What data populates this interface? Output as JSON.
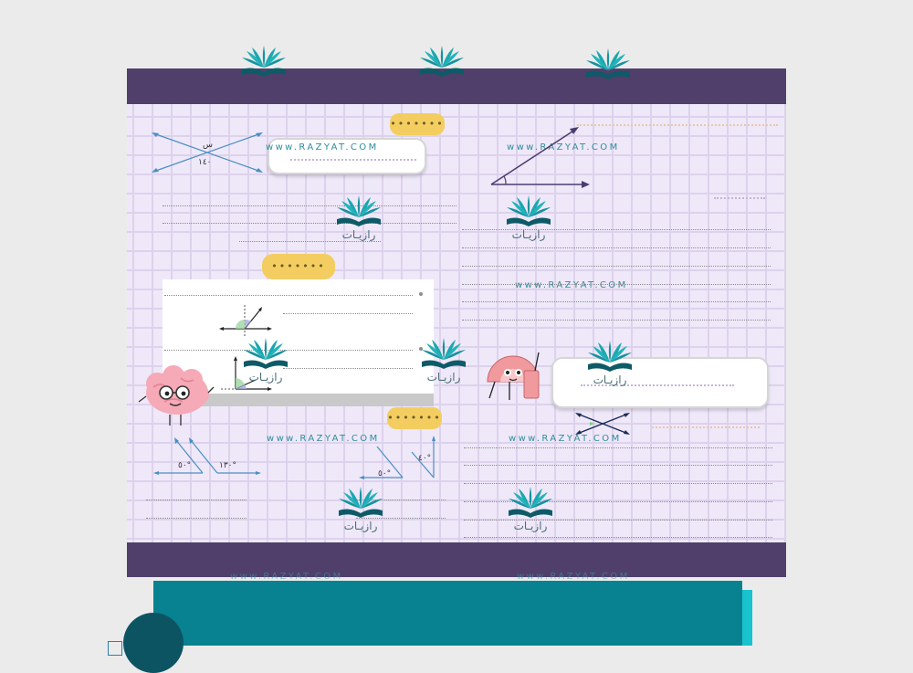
{
  "watermark": {
    "url": "www.RAZYAT.COM",
    "name": "رازيـات"
  },
  "tags": {
    "top": "•••••••",
    "middle": "•••••••",
    "bottom": "•••••••"
  },
  "figures": {
    "crossing_lines": {
      "angle_top": "س",
      "angle_value": "١٤٠"
    },
    "bottom_left_parallel": {
      "angle_a": "٥٠°",
      "angle_b": "١٣٠°"
    },
    "bottom_center_parallel": {
      "angle_a": "٤٠°",
      "angle_b": "٥٠°"
    }
  },
  "colors": {
    "band": "#503f6b",
    "grid_background": "#efe8f9",
    "tag": "#f4cd61",
    "teal": "#088290",
    "watermark": "#2f8d9b"
  },
  "icons": {
    "logo": "open-book-logo-icon",
    "brain": "brain-mascot-icon",
    "protractor": "protractor-mascot-icon"
  }
}
